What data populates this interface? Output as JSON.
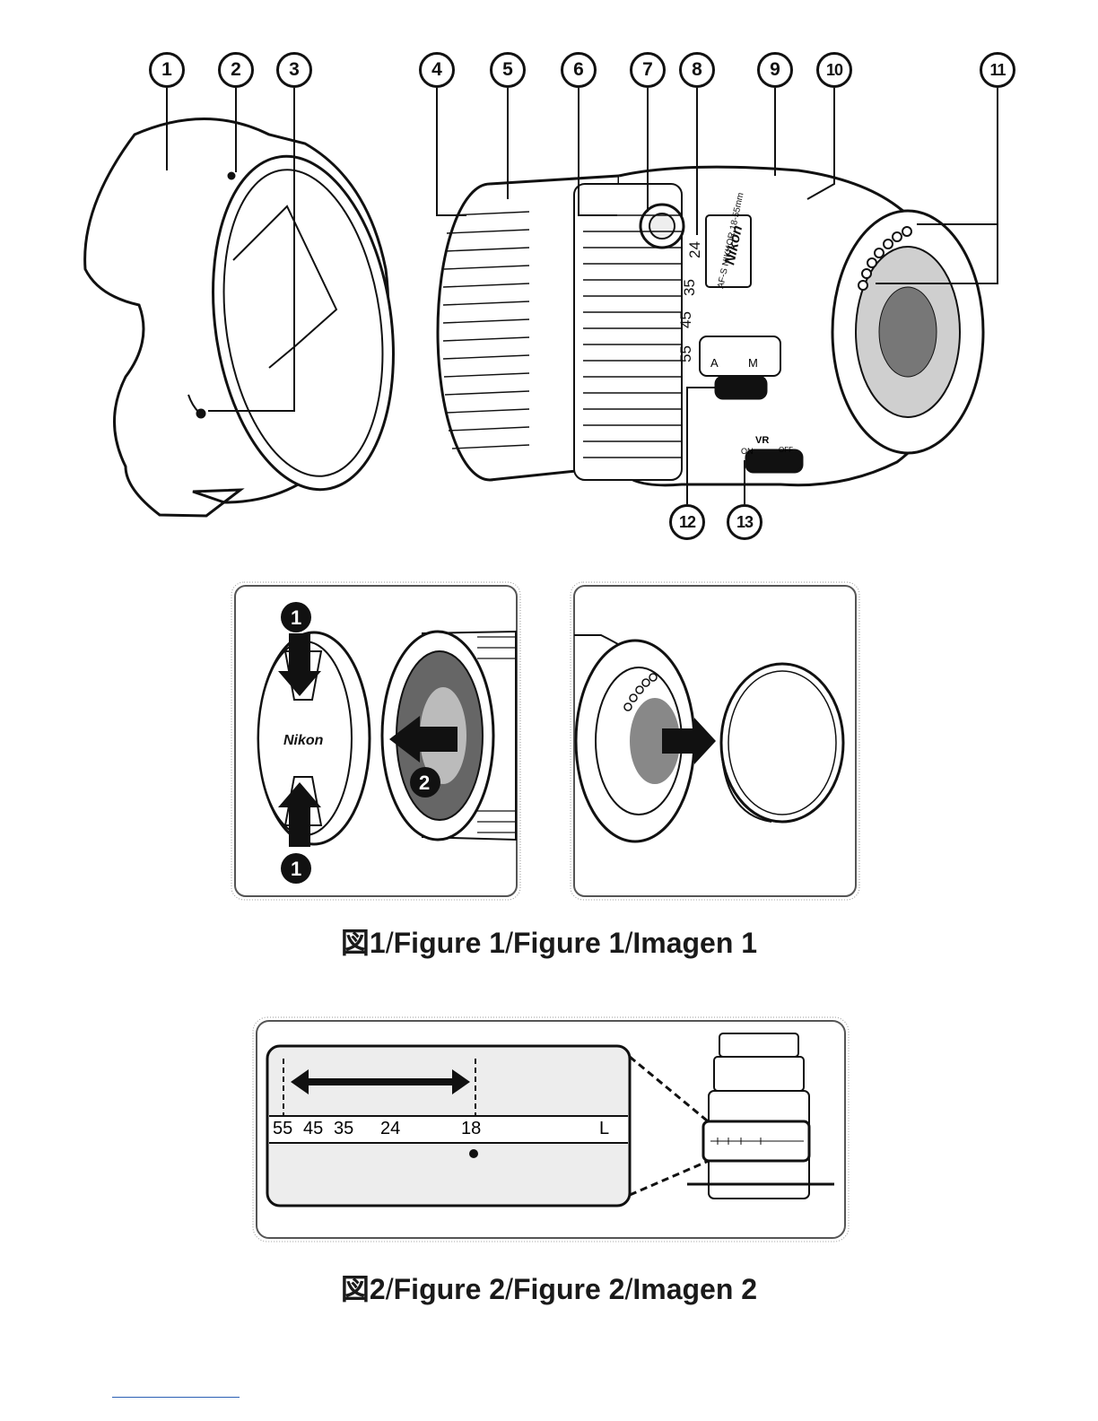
{
  "figure1": {
    "callouts": [
      "1",
      "2",
      "3",
      "4",
      "5",
      "6",
      "7",
      "8",
      "9",
      "10",
      "11",
      "12",
      "13"
    ],
    "focal_scale": [
      "24",
      "35",
      "45",
      "55"
    ],
    "lens_brand": "Nikon",
    "lens_model": "AF-S NIKKOR 18-55mm",
    "focus_mode": {
      "a": "A",
      "m": "M"
    },
    "vr": {
      "label": "VR",
      "on": "ON",
      "off": "OFF"
    },
    "front_cap_brand": "Nikon",
    "steps": {
      "press": "1",
      "remove": "2"
    },
    "caption": {
      "jp": "図1",
      "en": "Figure 1",
      "fr": "Figure 1",
      "es": "Imagen 1",
      "separator": "/"
    }
  },
  "figure2": {
    "scale_labels": [
      "55",
      "45",
      "35",
      "24",
      "18",
      "L"
    ],
    "caption": {
      "jp": "図2",
      "en": "Figure 2",
      "fr": "Figure 2",
      "es": "Imagen 2",
      "separator": "/"
    }
  }
}
